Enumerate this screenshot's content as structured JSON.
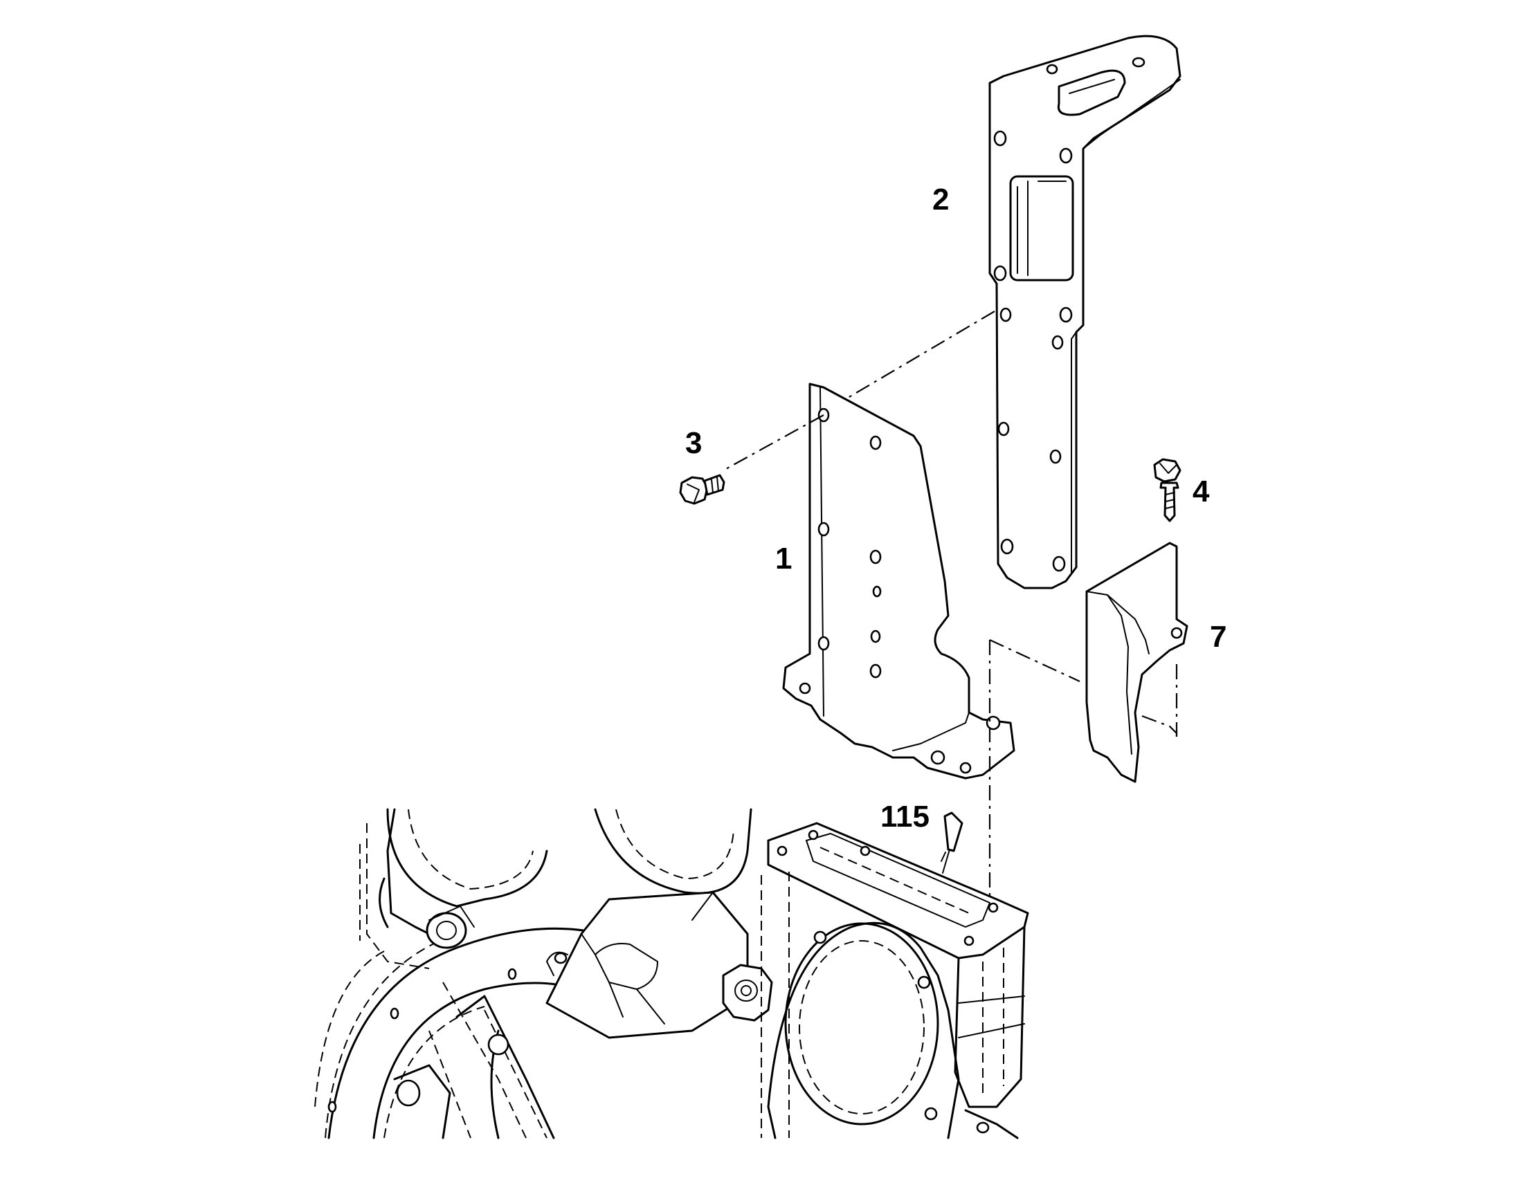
{
  "callouts": {
    "part_1": "1",
    "part_2": "2",
    "part_3": "3",
    "part_4": "4",
    "part_7": "7",
    "part_115": "115"
  }
}
